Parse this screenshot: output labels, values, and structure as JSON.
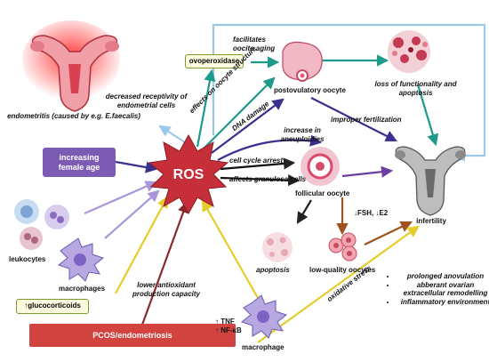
{
  "nodes": {
    "ros": "ROS",
    "increasing_female_age": "increasing female age",
    "leukocytes": "leukocytes",
    "macrophages": "macrophages",
    "glucocorticoids": "↑glucocorticoids",
    "pcos_endometriosis": "PCOS/endometriosis",
    "macrophage": "macrophage",
    "tnf_nfkb": "↑ TNF\n↑ NF-κB",
    "endometritis": "endometritis (caused by e.g. E.faecalis)",
    "ovoperoxidase": "ovoperoxidase",
    "postovulatory_oocyte": "postovulatory oocyte",
    "follicular_oocyte": "follicular oocyte",
    "low_quality_oocytes": "low-quality oocytes",
    "apoptosis": "apoptosis",
    "infertility": "infertility",
    "loss_of_functionality": "loss of functionality and apoptosis"
  },
  "edge_labels": {
    "decreased_receptivity": "decreased receptivity of endometrial cells",
    "effects_on_oocyte_structure": "effects on oocyte structure",
    "dna_damage": "DNA damage",
    "facilitates_oocite_aging": "facilitates oocite aging",
    "improper_fertilization": "improper fertilization",
    "increase_in_aneuploidies": "increase in aneuploidies",
    "cell_cycle_arrest": "cell cycle arrest",
    "affects_granulosa_cells": "affects granulosa cells",
    "fsh_e2": "↓FSH, ↓E2",
    "lower_antioxidant": "lower antioxidant production capacity",
    "oxidative_stress": "oxidative stress"
  },
  "pcos_effects": [
    "prolonged anovulation",
    "abberant ovarian extracellular remodelling",
    "inflammatory environment"
  ],
  "colors": {
    "ros_fill": "#c62f3a",
    "age_box": "#7c5bb5",
    "pcos_box": "#d2423f",
    "teal": "#1e9a8a",
    "indigo": "#3b2f8f",
    "purple": "#6a3fa0",
    "lavender": "#a996d9",
    "gold": "#e6cc2a",
    "maroon": "#8a2a2a",
    "brown": "#a0521e",
    "lightblue": "#9cc9ea",
    "black": "#222222"
  }
}
